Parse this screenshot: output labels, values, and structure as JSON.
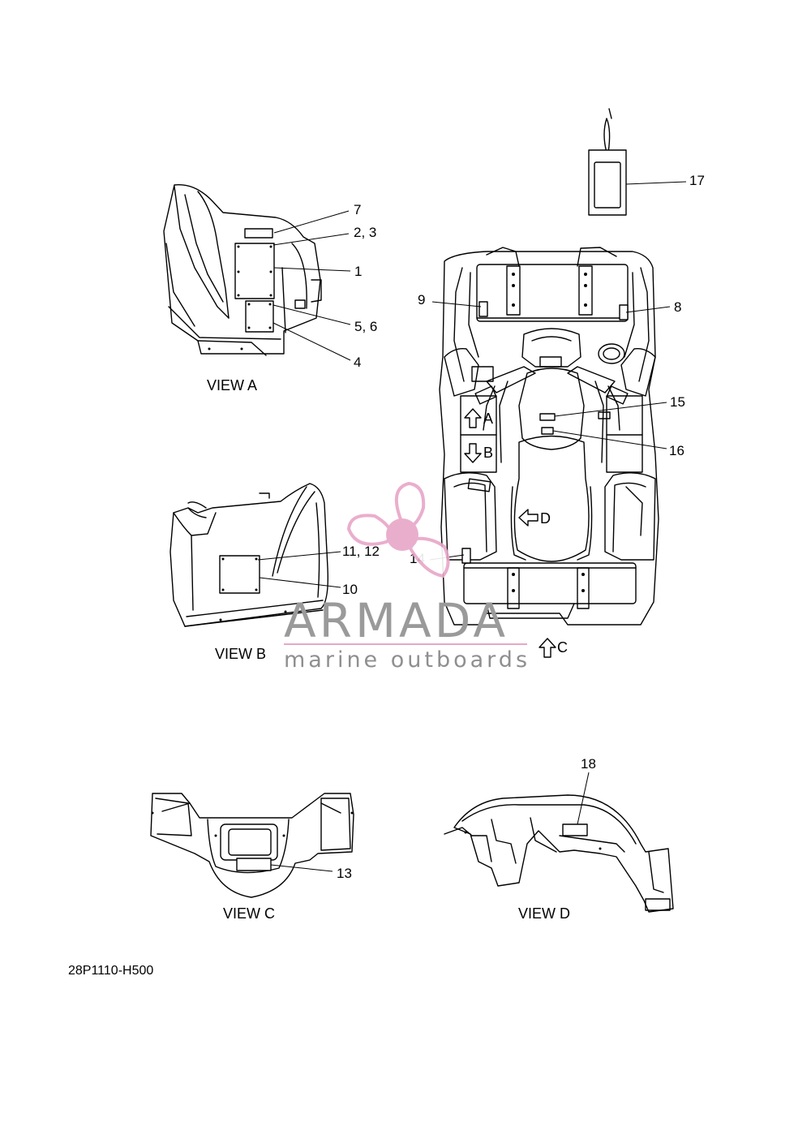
{
  "callouts": {
    "c1": "1",
    "c2_3": "2, 3",
    "c4": "4",
    "c5_6": "5, 6",
    "c7": "7",
    "c8": "8",
    "c9": "9",
    "c10": "10",
    "c11_12": "11, 12",
    "c13": "13",
    "c14": "14",
    "c15": "15",
    "c16": "16",
    "c17": "17",
    "c18": "18"
  },
  "views": {
    "view_a": "VIEW A",
    "view_b": "VIEW B",
    "view_c": "VIEW C",
    "view_d": "VIEW D"
  },
  "view_arrows": {
    "a": "A",
    "b": "B",
    "c": "C",
    "d": "D"
  },
  "diagram_code": "28P1110-H500",
  "watermark": {
    "brand": "ARMADA",
    "tagline": "marine outboards",
    "logo_icon": "propeller-icon",
    "pink": "#e8a6c8",
    "pink_light": "#f1c6dc"
  }
}
